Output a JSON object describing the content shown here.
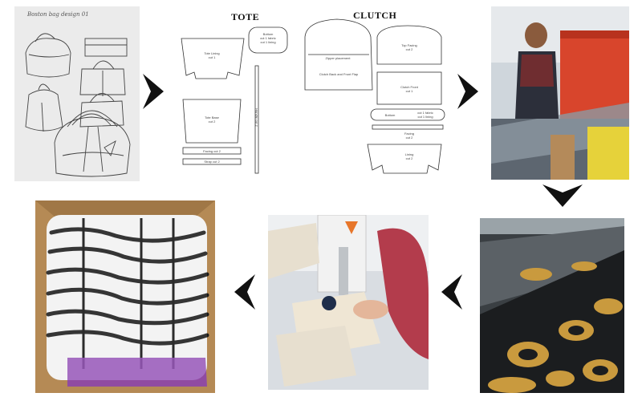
{
  "sketch": {
    "caption": "Boston bag design 01"
  },
  "pattern": {
    "tote_title": "TOTE",
    "clutch_title": "CLUTCH",
    "pieces": {
      "tote_lining": "Tote Lining\ncut 1",
      "bottom_small": "Bottom\ncut 1 fabric\ncut 1 lining",
      "tote_base": "Tote Base\ncut 2",
      "facing_tote": "Facing cut 2",
      "strap": "Strap cut 2",
      "handle": "Handle cut 2",
      "zipper_placement": "Zipper placement",
      "clutch_back_front": "Clutch Back and Front Flap",
      "top_facing": "Top Facing\ncut 2",
      "clutch_front": "Clutch Front\ncut 1",
      "bottom_clutch": "Bottom",
      "bottom_clutch_cut": "cut 1 fabric\ncut 1 lining",
      "facing_clutch": "Facing\ncut 2",
      "lining_clutch": "Lining\ncut 2"
    }
  },
  "colors": {
    "arrow": "#111111",
    "cutting_machine": "#d8452c",
    "print_gold": "#c99a3e",
    "canvas": "#e7dfcf",
    "sleeve": "#b33c4c",
    "cardboard": "#b58a55",
    "tissue": "#8a3fb0"
  },
  "process": {
    "steps": [
      "sketch",
      "pattern",
      "cutting",
      "printing",
      "sewing",
      "packing"
    ]
  }
}
